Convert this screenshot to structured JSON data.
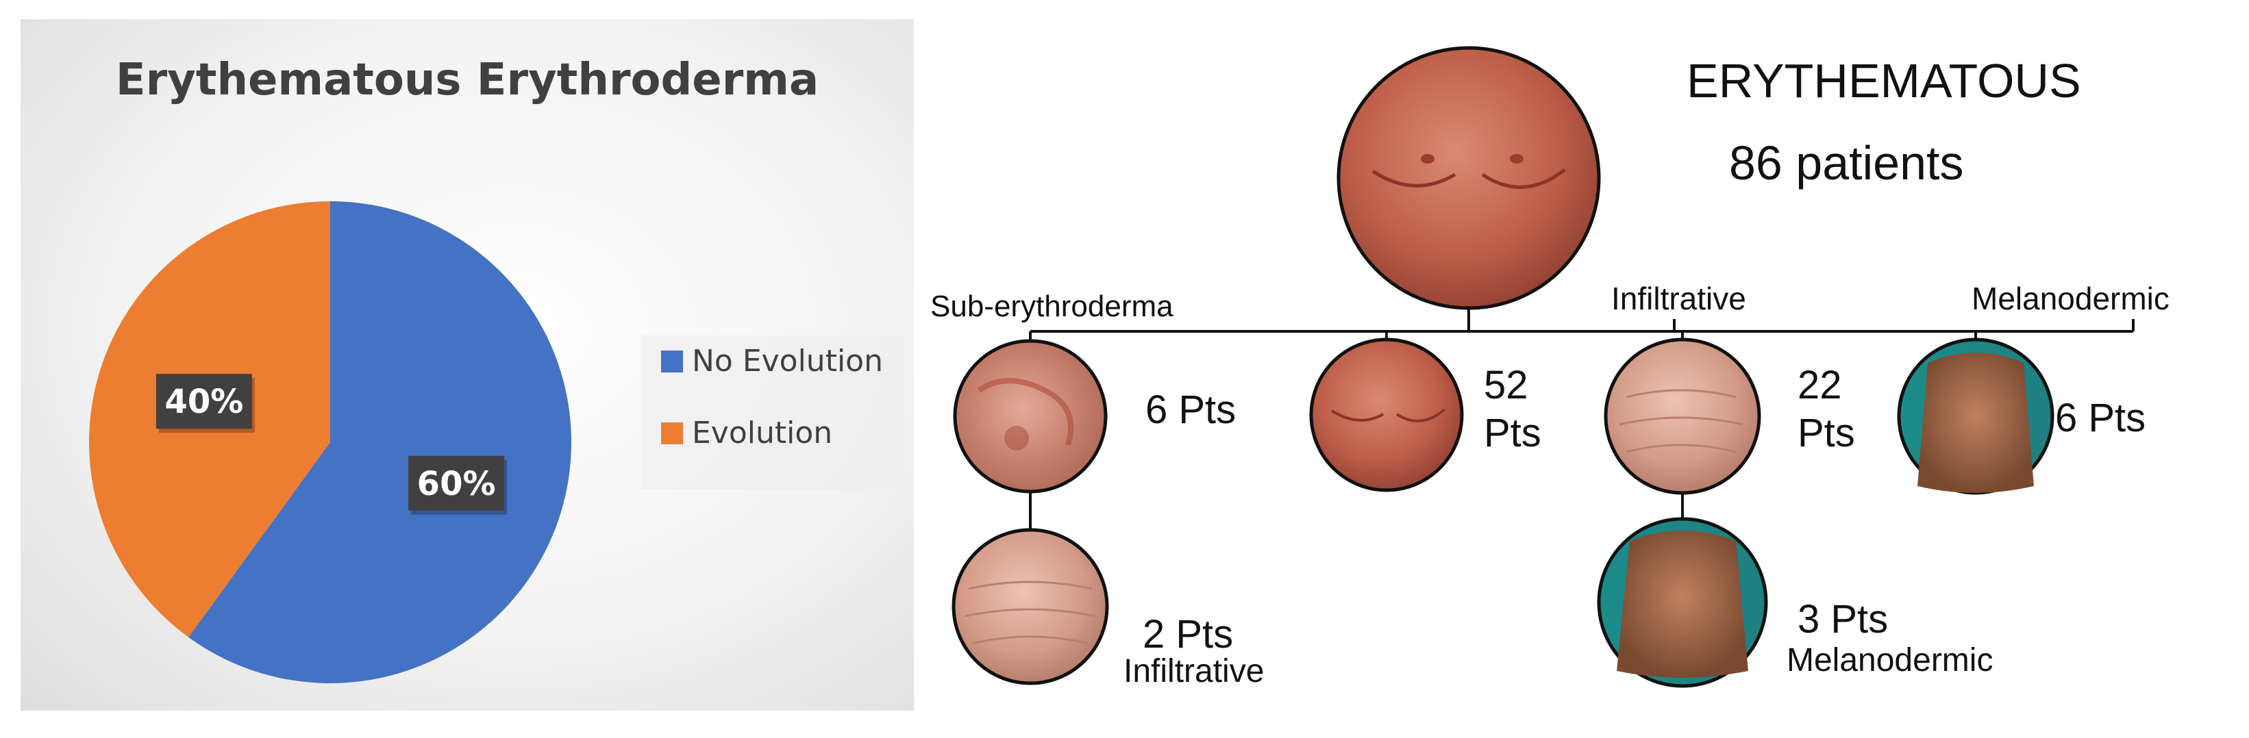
{
  "chart_data": {
    "type": "pie",
    "title": "Erythematous Erythroderma",
    "slices": [
      {
        "label": "No Evolution",
        "value": 60,
        "display": "60%",
        "color": "#4472C4"
      },
      {
        "label": "Evolution",
        "value": 40,
        "display": "40%",
        "color": "#ED7D31"
      }
    ],
    "legend_position": "right"
  },
  "diagram": {
    "header_line1": "ERYTHEMATOUS",
    "header_line2": "86 patients",
    "branches": [
      {
        "label": "Sub-erythroderma",
        "count": "6 Pts"
      },
      {
        "label": "",
        "count_line1": "52",
        "count_line2": "Pts"
      },
      {
        "label": "Infiltrative",
        "count_line1": "22",
        "count_line2": "Pts"
      },
      {
        "label": "Melanodermic",
        "count": "6 Pts"
      }
    ],
    "children": [
      {
        "count": "2 Pts",
        "label": "Infiltrative"
      },
      {
        "count": "3 Pts",
        "label": "Melanodermic"
      }
    ]
  }
}
